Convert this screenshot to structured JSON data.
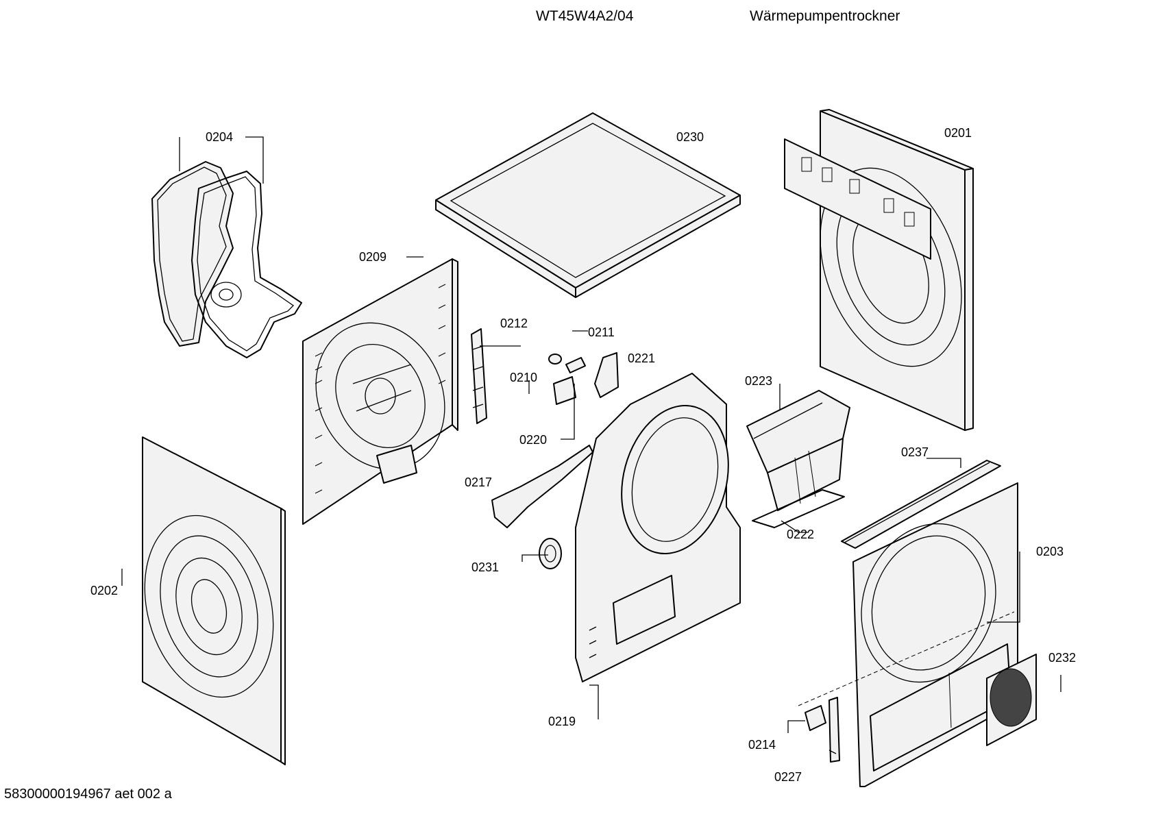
{
  "header": {
    "model": "WT45W4A2/04",
    "product_type": "Wärmepumpentrockner"
  },
  "footer": {
    "doc_id": "58300000194967 aet 002 a"
  },
  "callouts": [
    {
      "id": "0204",
      "label": "0204"
    },
    {
      "id": "0230",
      "label": "0230"
    },
    {
      "id": "0201",
      "label": "0201"
    },
    {
      "id": "0209",
      "label": "0209"
    },
    {
      "id": "0212",
      "label": "0212"
    },
    {
      "id": "0211",
      "label": "0211"
    },
    {
      "id": "0221",
      "label": "0221"
    },
    {
      "id": "0210",
      "label": "0210"
    },
    {
      "id": "0223",
      "label": "0223"
    },
    {
      "id": "0220",
      "label": "0220"
    },
    {
      "id": "0237",
      "label": "0237"
    },
    {
      "id": "0217",
      "label": "0217"
    },
    {
      "id": "0222",
      "label": "0222"
    },
    {
      "id": "0203",
      "label": "0203"
    },
    {
      "id": "0231",
      "label": "0231"
    },
    {
      "id": "0202",
      "label": "0202"
    },
    {
      "id": "0232",
      "label": "0232"
    },
    {
      "id": "0219",
      "label": "0219"
    },
    {
      "id": "0214",
      "label": "0214"
    },
    {
      "id": "0227",
      "label": "0227"
    }
  ]
}
